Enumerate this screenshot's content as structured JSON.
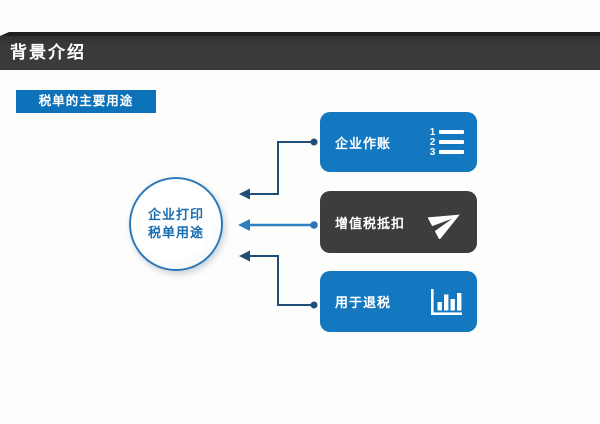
{
  "header": {
    "title": "背景介绍"
  },
  "badge": {
    "label": "税单的主要用途"
  },
  "hub": {
    "line1": "企业打印",
    "line2": "税单用途"
  },
  "cards": [
    {
      "label": "企业作账",
      "icon": "numbered-list-icon",
      "icon_digits": [
        "1",
        "2",
        "3"
      ],
      "color": "#1478c1"
    },
    {
      "label": "增值税抵扣",
      "icon": "paper-plane-icon",
      "color": "#3d3d3d"
    },
    {
      "label": "用于退税",
      "icon": "bar-chart-icon",
      "color": "#1478c1"
    }
  ],
  "colors": {
    "header_bar": "#3a3a3a",
    "badge_blue": "#0e72ba",
    "card_blue": "#1478c1",
    "card_dark": "#3d3d3d",
    "connector_elbow": "#1f4e79",
    "connector_straight": "#2e7fc0",
    "hub_border": "#2e7ab9",
    "hub_text": "#1a6dae"
  }
}
